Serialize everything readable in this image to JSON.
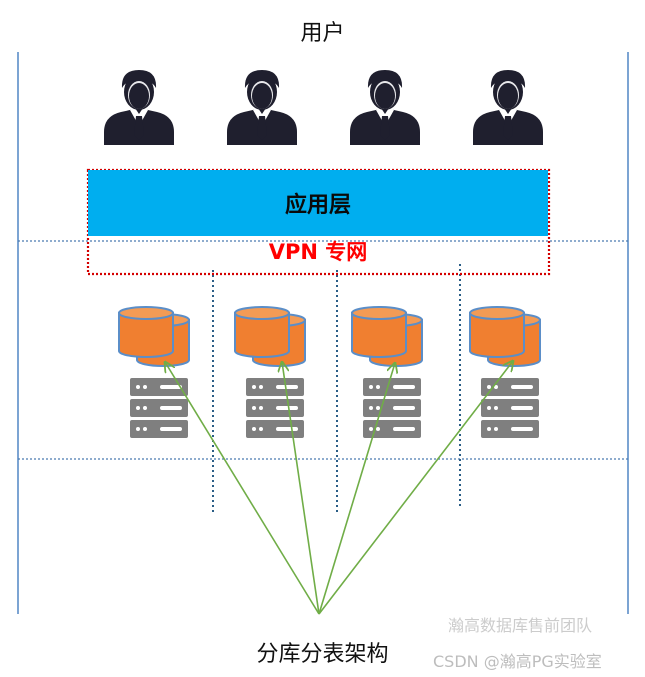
{
  "title": "用户",
  "app_layer": "应用层",
  "vpn_label": "VPN 专网",
  "footer": "分库分表架构",
  "watermark_line1": "瀚高数据库售前团队",
  "watermark_line2": "CSDN @瀚高PG实验室",
  "users": [
    {
      "icon": "user-icon"
    },
    {
      "icon": "user-icon"
    },
    {
      "icon": "user-icon"
    },
    {
      "icon": "user-icon"
    }
  ],
  "shards": [
    {
      "icon": "database-icon",
      "server": "server-icon"
    },
    {
      "icon": "database-icon",
      "server": "server-icon"
    },
    {
      "icon": "database-icon",
      "server": "server-icon"
    },
    {
      "icon": "database-icon",
      "server": "server-icon"
    }
  ],
  "colors": {
    "app_layer": "#00aeef",
    "vpn_border": "#d40000",
    "vpn_text": "#ff0000",
    "database": "#f07f30",
    "database_outline": "#5b8ec8",
    "arrows": "#70ad47",
    "dotted_lines": "#4a7ab0",
    "user": "#1f1f2e",
    "server": "#7f7f7f"
  }
}
